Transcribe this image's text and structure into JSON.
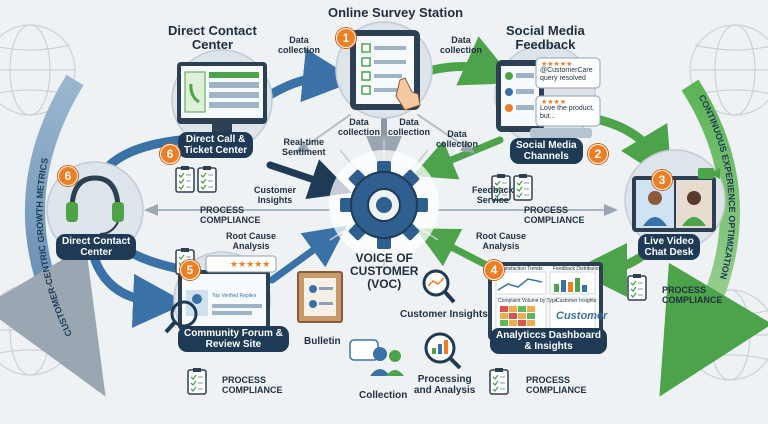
{
  "nodes": {
    "online_survey": {
      "title": "Online Survey Station",
      "badge": "1"
    },
    "social_media": {
      "title_line1": "Social Media",
      "title_line2": "Feedback",
      "caption_line1": "Social Media",
      "caption_line2": "Channels",
      "badge": "2",
      "post1": "@CustomerCare query resolved",
      "post2_line1": "Love the product,",
      "post2_line2": "but..."
    },
    "live_video": {
      "caption_line1": "Live Video",
      "caption_line2": "Chat Desk",
      "badge": "3"
    },
    "analytics": {
      "caption_line1": "Analyticcs Dashboard",
      "caption_line2": "& Insights",
      "badge": "4",
      "panel1": "Satisfaction Trends",
      "panel2": "Feedback Distribution",
      "panel3": "Complaint Volume by Type",
      "panel4": "Customer Insights",
      "wordcloud": "Customer"
    },
    "community": {
      "caption_line1": "Community Forum &",
      "caption_line2": "Review Site",
      "badge": "5",
      "card": "Top Verified Replies"
    },
    "direct_call": {
      "title_line1": "Direct Contact",
      "title_line2": "Center",
      "caption_line1": "Direct Call &",
      "caption_line2": "Ticket Center",
      "badge": "6"
    },
    "direct_contact_left": {
      "caption_line1": "Direct Contact",
      "caption_line2": "Center",
      "badge": "6"
    }
  },
  "center": {
    "line1": "VOICE OF",
    "line2": "CUSTOMER",
    "line3": "(VOC)"
  },
  "flow_labels": {
    "data_collection_1a": "Data",
    "data_collection_1b": "collection",
    "data_collection_2a": "Data",
    "data_collection_2b": "collection",
    "data_collection_3a": "Data",
    "data_collection_3b": "collection",
    "data_collection_4a": "Data",
    "data_collection_4b": "collection",
    "data_collection_5a": "Data",
    "data_collection_5b": "collection",
    "realtime_a": "Real-time",
    "realtime_b": "Sentiment",
    "customer_insights_a": "Customer",
    "customer_insights_b": "Insights",
    "feedback_service_a": "Feedback",
    "feedback_service_b": "Service",
    "root_cause_left_a": "Root Cause",
    "root_cause_left_b": "Analysis",
    "root_cause_right_a": "Root Cause",
    "root_cause_right_b": "Analysis",
    "customer_insights_bottom": "Customer Insights",
    "bulletin": "Bulletin",
    "collection": "Collection",
    "processing_a": "Processing",
    "processing_b": "and Analysis"
  },
  "compliance": {
    "line1": "PROCESS",
    "line2": "COMPLIANCE"
  },
  "side_arcs": {
    "left": "CUSTOMER-CENTRIC GROWTH METRICS",
    "right": "CONTINUOUS EXPERIENCE OPTIMIZATION"
  },
  "colors": {
    "navy": "#1e3a55",
    "blue": "#3a72a8",
    "green": "#4da34a",
    "orange": "#ef7d22",
    "background": "#eef2f5"
  }
}
